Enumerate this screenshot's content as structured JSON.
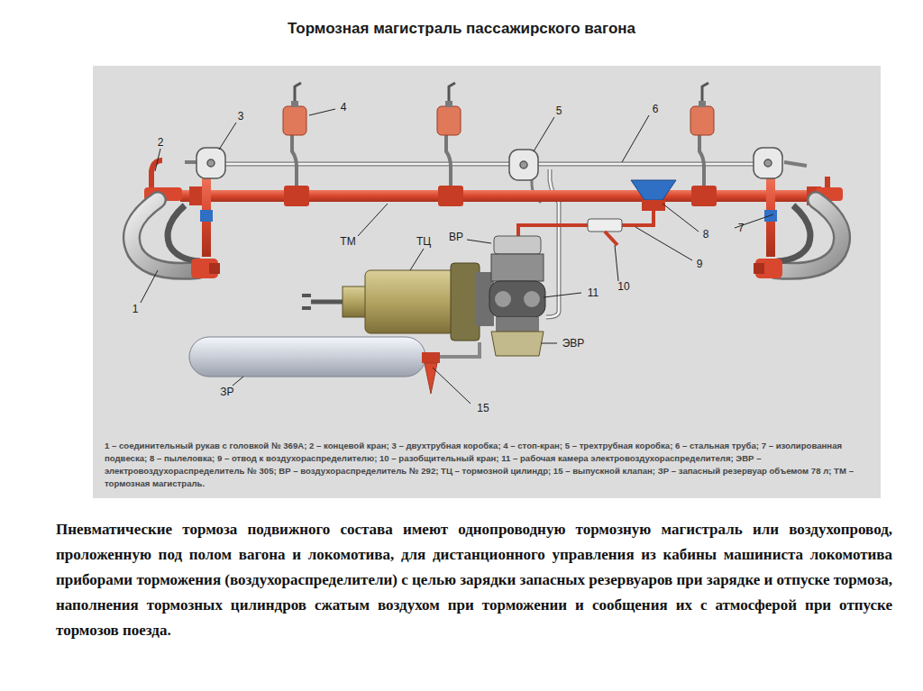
{
  "diagram": {
    "title": "Тормозная магистраль пассажирского вагона",
    "caption": "Пневматические тормоза подвижного состава имеют однопроводную тормозную магистраль или воздухопровод, проложенную под полом вагона и локомотива, для дистанционного управления из кабины машиниста локомотива приборами торможения (воздухораспределители) с целью зарядки запасных резервуаров при зарядке и отпуске тормоза, наполнения тормозных цилиндров сжатым воздухом при торможении и сообщения их с атмосферой при отпуске тормозов поезда.",
    "labels": [
      "1",
      "2",
      "3",
      "4",
      "5",
      "6",
      "7",
      "8",
      "9",
      "10",
      "11",
      "15",
      "ТМ",
      "ТЦ",
      "ВР",
      "ЭВР",
      "ЗР",
      "1 – соединительный рукав с головкой № 369А; 2 – концевой кран; 3 – двухтрубная коробка; 4 – стоп-кран; 5 – трехтрубная коробка; 6 – стальная труба; 7 – изолированная подвеска; 8 – пылеловка; 9 – отвод к воздухораспределителю; 10 – разобщительный кран; 11 – рабочая камера электровоздухораспределителя; ЭВР – электровоздухораспределитель № 305; ВР – воздухораспределитель № 292; ТЦ – тормозной цилиндр; 15 – выпускной клапан; ЗР – запасный резервуар объемом 78 л; ТМ – тормозная магистраль."
    ]
  }
}
